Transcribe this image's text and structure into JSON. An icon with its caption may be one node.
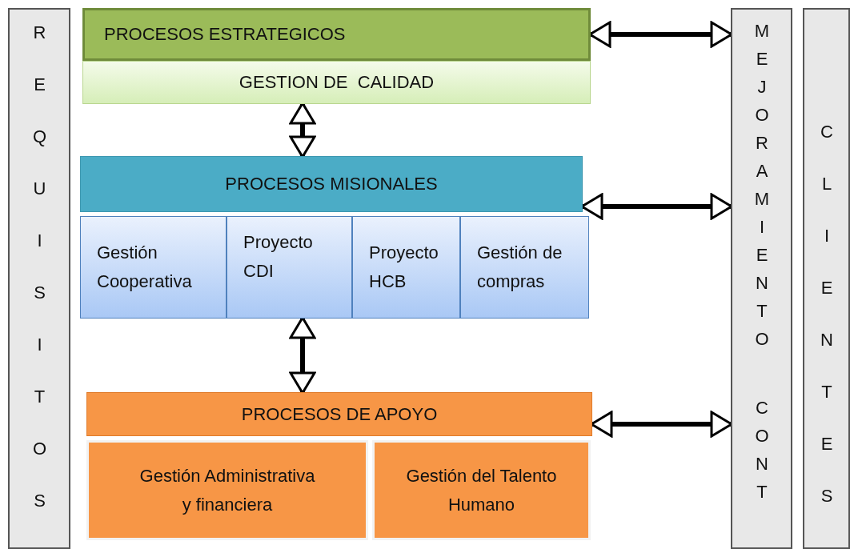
{
  "diagram": {
    "nodes": [
      {
        "text": [
          "REQUISITOS"
        ]
      },
      {
        "text": [
          "PROCESOS ESTRATEGICOS"
        ]
      },
      {
        "text": [
          "GESTION DE  CALIDAD"
        ]
      },
      {
        "text": [
          "PROCESOS MISIONALES"
        ]
      },
      {
        "text": [
          "Gestión Cooperativa"
        ]
      },
      {
        "text": [
          "Proyecto CDI"
        ]
      },
      {
        "text": [
          "Proyecto HCB"
        ]
      },
      {
        "text": [
          "Gestión de compras"
        ]
      },
      {
        "text": [
          "PROCESOS DE APOYO"
        ]
      },
      {
        "text": [
          "Gestión Administrativa y financiera"
        ]
      },
      {
        "text": [
          "Gestión del Talento Humano"
        ]
      },
      {
        "text": [
          "MEJORAMIENTO CONT"
        ]
      },
      {
        "text": [
          "CLIENTES"
        ]
      }
    ],
    "edges": [
      {
        "from": 1,
        "to": 11,
        "arrow": "both"
      },
      {
        "from": 2,
        "to": 3,
        "arrow": "both"
      },
      {
        "from": 3,
        "to": 11,
        "arrow": "both"
      },
      {
        "from": 5,
        "to": 8,
        "arrow": "both"
      },
      {
        "from": 8,
        "to": 11,
        "arrow": "both"
      }
    ]
  }
}
